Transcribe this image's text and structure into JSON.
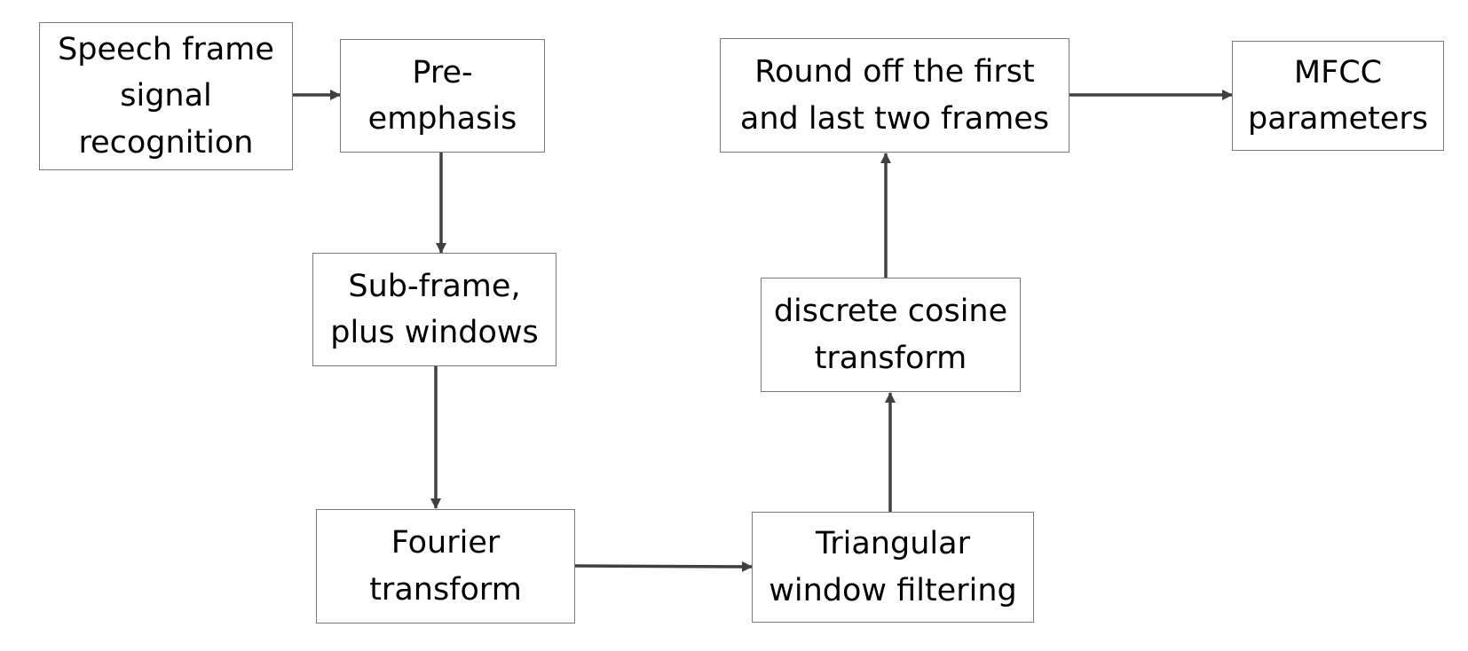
{
  "diagram": {
    "edge_color": "#404040",
    "nodes": [
      {
        "id": "speech",
        "label": "Speech frame\nsignal\nrecognition"
      },
      {
        "id": "preemph",
        "label": "Pre-\nemphasis"
      },
      {
        "id": "subframe",
        "label": "Sub-frame,\nplus windows"
      },
      {
        "id": "fourier",
        "label": "Fourier\ntransform"
      },
      {
        "id": "triangular",
        "label": "Triangular\nwindow filtering"
      },
      {
        "id": "dct",
        "label": "discrete cosine\ntransform"
      },
      {
        "id": "round",
        "label": "Round off the first\nand last two frames"
      },
      {
        "id": "mfcc",
        "label": "MFCC\nparameters"
      }
    ],
    "edges": [
      {
        "from": "speech",
        "to": "preemph"
      },
      {
        "from": "preemph",
        "to": "subframe"
      },
      {
        "from": "subframe",
        "to": "fourier"
      },
      {
        "from": "fourier",
        "to": "triangular"
      },
      {
        "from": "triangular",
        "to": "dct"
      },
      {
        "from": "dct",
        "to": "round"
      },
      {
        "from": "round",
        "to": "mfcc"
      }
    ]
  }
}
